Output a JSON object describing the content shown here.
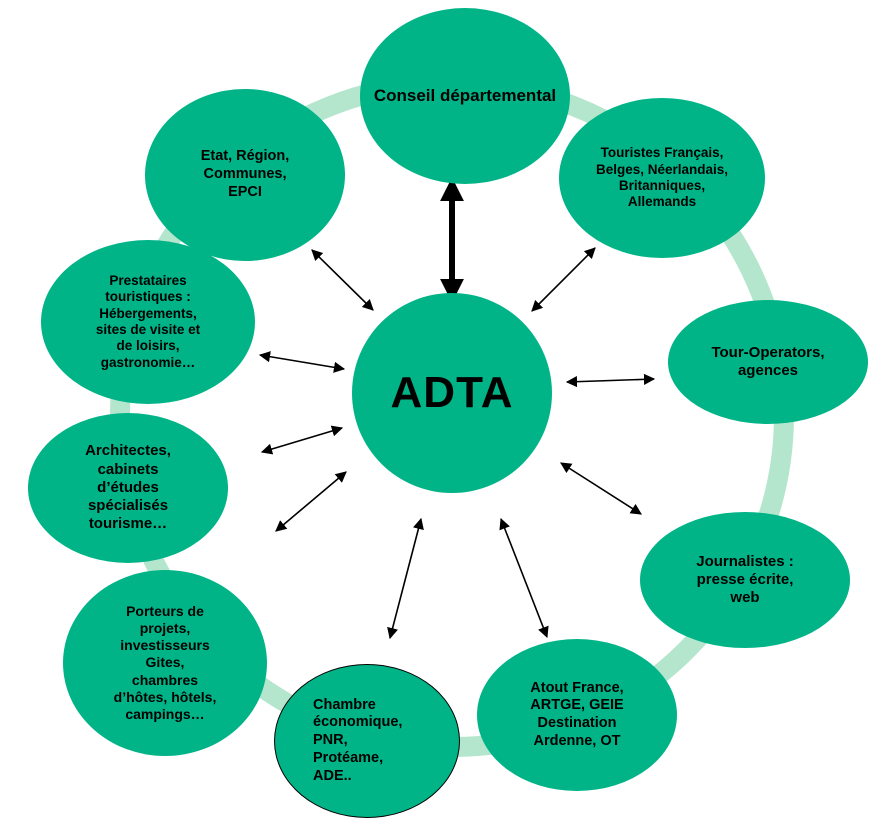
{
  "diagram": {
    "center": {
      "label": "ADTA"
    },
    "nodes": [
      {
        "label": "Conseil départemental"
      },
      {
        "label": "Touristes Français,\nBelges, Néerlandais,\nBritanniques,\nAllemands"
      },
      {
        "label": "Tour-Operators,\nagences"
      },
      {
        "label": "Journalistes :\npresse écrite,\nweb"
      },
      {
        "label": "Atout France,\nARTGE, GEIE\nDestination\nArdenne, OT"
      },
      {
        "label": "Chambre\néconomique,\nPNR,\nProtéame,\nADE.."
      },
      {
        "label": "Porteurs de\nprojets,\ninvestisseurs\nGites,\nchambres\nd’hôtes, hôtels,\ncampings…"
      },
      {
        "label": "Architectes,\ncabinets\nd’études\nspécialisés\ntourisme…"
      },
      {
        "label": "Prestataires\ntouristiques :\nHébergements,\nsites de visite et\nde loisirs,\ngastronomie…"
      },
      {
        "label": "Etat, Région,\nCommunes,\nEPCI"
      }
    ]
  },
  "colors": {
    "node_fill": "#00b487",
    "ring": "#b4e6cd",
    "arrow": "#000000",
    "text": "#000000"
  }
}
